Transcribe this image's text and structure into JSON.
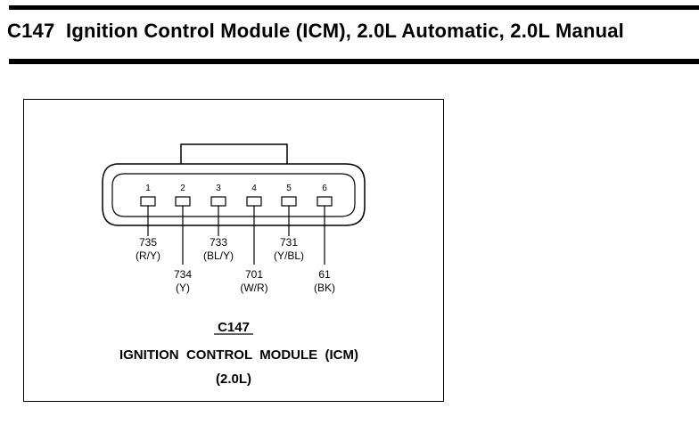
{
  "page": {
    "title": "C147  Ignition Control Module (ICM), 2.0L Automatic, 2.0L Manual"
  },
  "connector": {
    "pins": [
      {
        "number": "1",
        "circuit": "735",
        "color": "(R/Y)"
      },
      {
        "number": "2",
        "circuit": "734",
        "color": "(Y)"
      },
      {
        "number": "3",
        "circuit": "733",
        "color": "(BL/Y)"
      },
      {
        "number": "4",
        "circuit": "701",
        "color": "(W/R)"
      },
      {
        "number": "5",
        "circuit": "731",
        "color": "(Y/BL)"
      },
      {
        "number": "6",
        "circuit": "61",
        "color": "(BK)"
      }
    ],
    "id_label": "C147",
    "name": "IGNITION  CONTROL  MODULE  (ICM)",
    "engine": "(2.0L)"
  },
  "colors": {
    "ink": "#000000",
    "background": "#ffffff"
  }
}
